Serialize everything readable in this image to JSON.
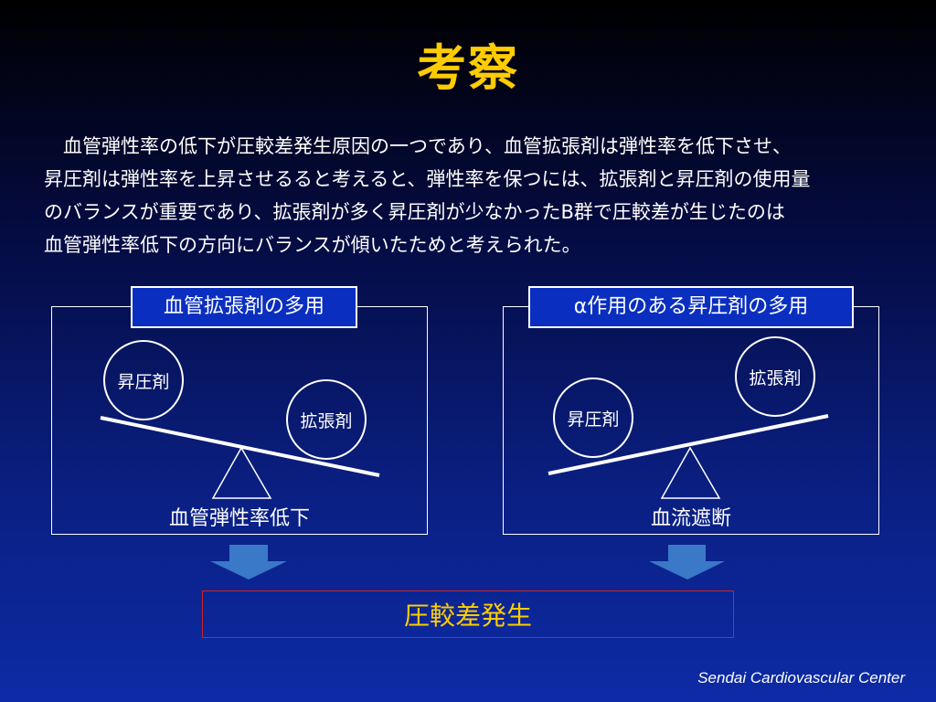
{
  "slide": {
    "title": "考察",
    "body_lines": [
      "　血管弾性率の低下が圧較差発生原因の一つであり、血管拡張剤は弾性率を低下させ、",
      "昇圧剤は弾性率を上昇させるると考えると、弾性率を保つには、拡張剤と昇圧剤の使用量",
      "のバランスが重要であり、拡張剤が多く昇圧剤が少なかったB群で圧較差が生じたのは",
      "血管弾性率低下の方向にバランスが傾いたためと考えられた。"
    ],
    "left_panel": {
      "title": "血管拡張剤の多用",
      "high_weight": "昇圧剤",
      "low_weight": "拡張剤",
      "caption": "血管弾性率低下"
    },
    "right_panel": {
      "title": "α作用のある昇圧剤の多用",
      "low_weight": "昇圧剤",
      "high_weight": "拡張剤",
      "caption": "血流遮断"
    },
    "result": "圧較差発生",
    "footer": "Sendai Cardiovascular Center",
    "colors": {
      "title": "#ffcc00",
      "panel_title_bg": "#0a2fc0",
      "arrow": "#3a78c8",
      "result_border": "#cc2222"
    }
  }
}
